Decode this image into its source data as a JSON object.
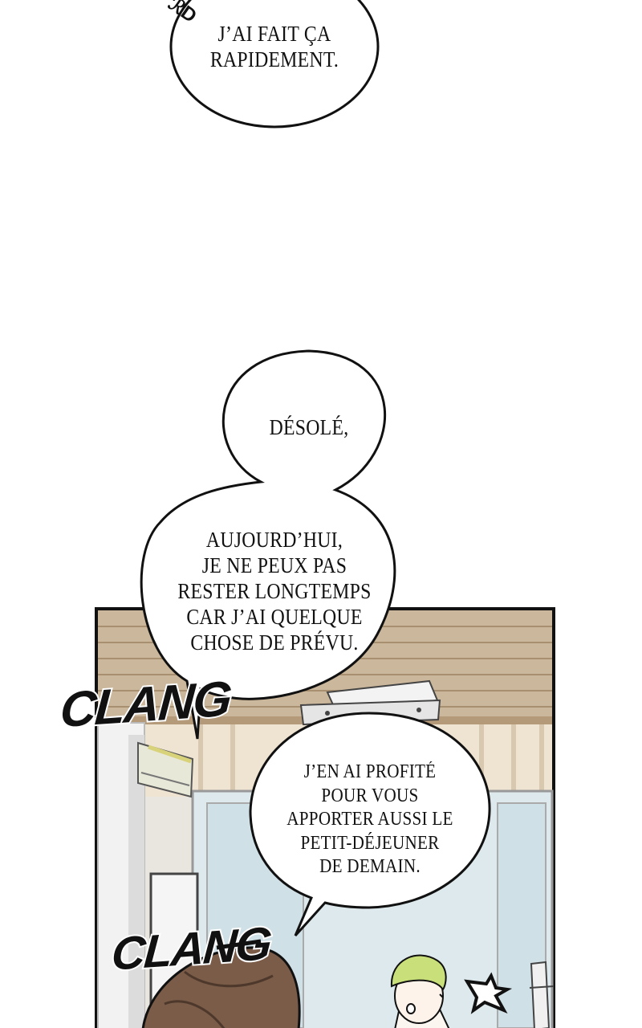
{
  "bubbles": {
    "top": "J’AI FAIT ÇA\nRAPIDEMENT.",
    "sorry": "DÉSOLÉ,",
    "today": "AUJOURD’HUI,\nJE NE PEUX PAS\nRESTER LONGTEMPS\nCAR J’AI QUELQUE\nCHOSE DE PRÉVU.",
    "breakfast": "J’EN AI PROFITÉ\nPOUR VOUS\nAPPORTER AUSSI LE\nPETIT-DÉJEUNER\nDE DEMAIN."
  },
  "sfx": {
    "clang_1": "CLANG",
    "clang_2": "CLANG"
  },
  "colors": {
    "outline": "#111111",
    "wall": "#e9e6df",
    "wood": "#b59a7a",
    "curtain": "#efe3d2",
    "window": "#cfe0e6",
    "hair_brown": "#7a5c48",
    "hair_green": "#c9e07a"
  }
}
